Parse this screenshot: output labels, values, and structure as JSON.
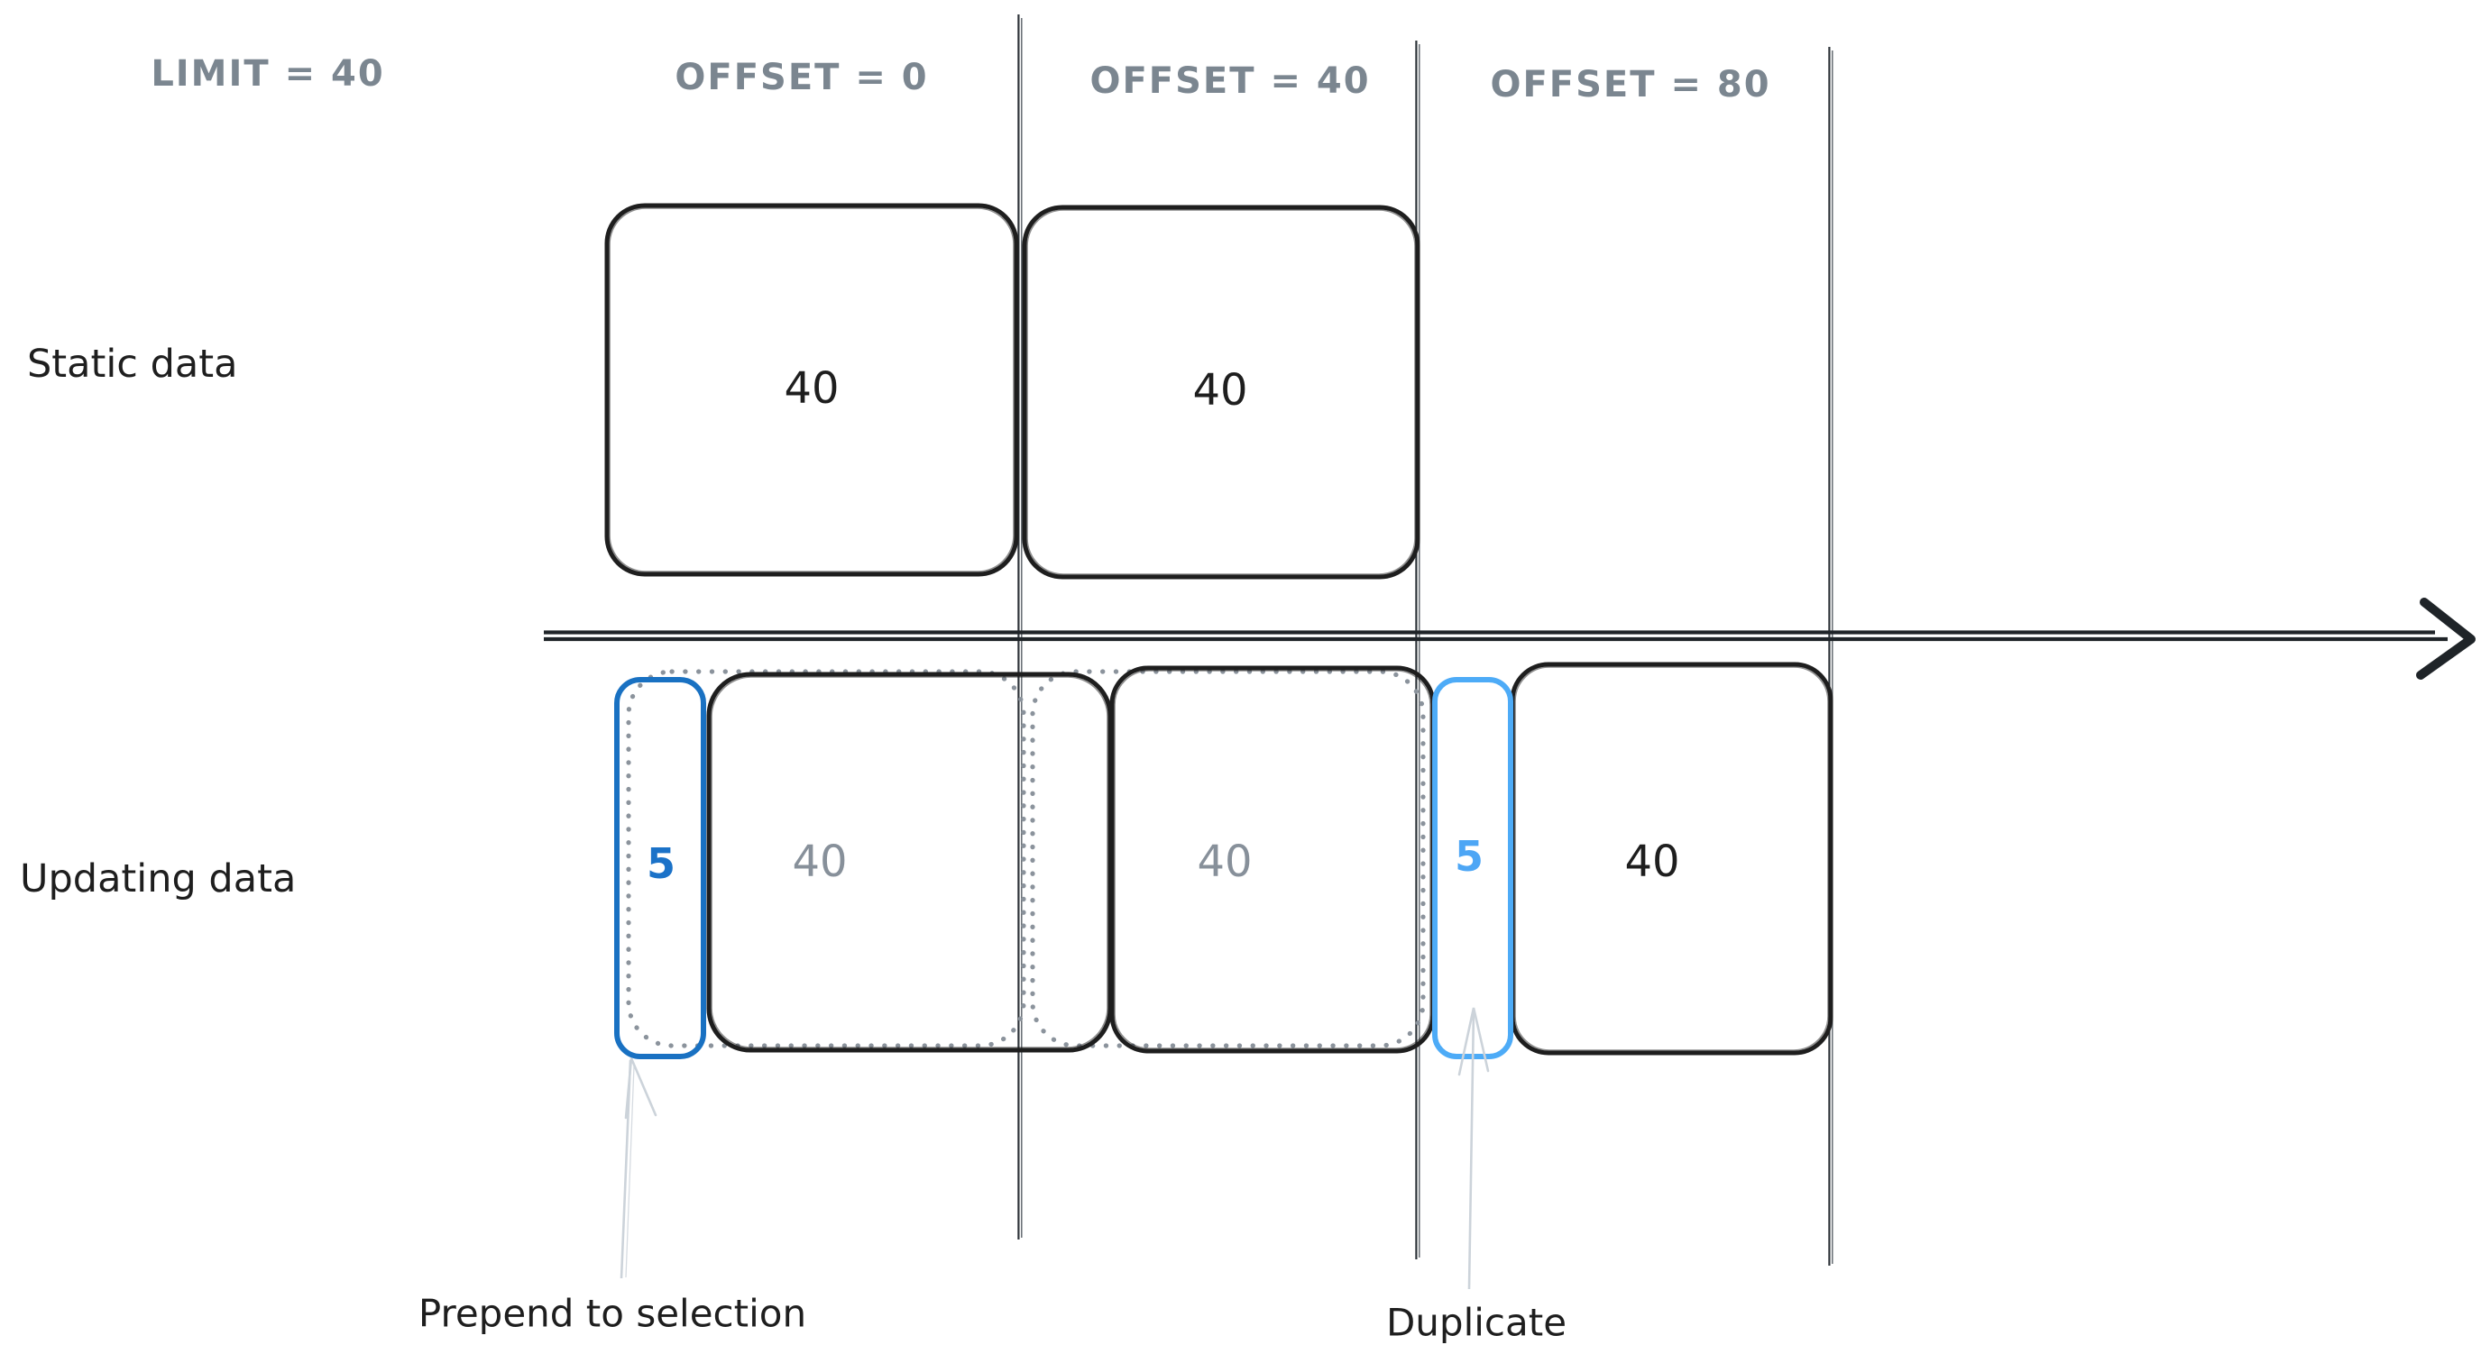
{
  "diagram": {
    "title_area": {
      "limit_label": "LIMIT = 40",
      "offset0_label": "OFFSET = 0",
      "offset40_label": "OFFSET = 40",
      "offset80_label": "OFFSET = 80"
    },
    "row_labels": {
      "static": "Static data",
      "updating": "Updating data"
    },
    "static_row": {
      "page1_count": "40",
      "page2_count": "40"
    },
    "updating_row": {
      "prepended_count": "5",
      "old_page1_count": "40",
      "old_page2_count": "40",
      "duplicated_count": "5",
      "new_page_count": "40"
    },
    "annotations": {
      "prepend": "Prepend to selection",
      "duplicate": "Duplicate"
    },
    "colors": {
      "ink": "#1e1e1e",
      "header_gray": "#7b8690",
      "dotted_gray": "#8b939c",
      "gray_number": "#87909a",
      "accent_blue": "#1971c2",
      "accent_light_blue": "#4dabf7",
      "light_arrow": "#ccd3da"
    }
  }
}
